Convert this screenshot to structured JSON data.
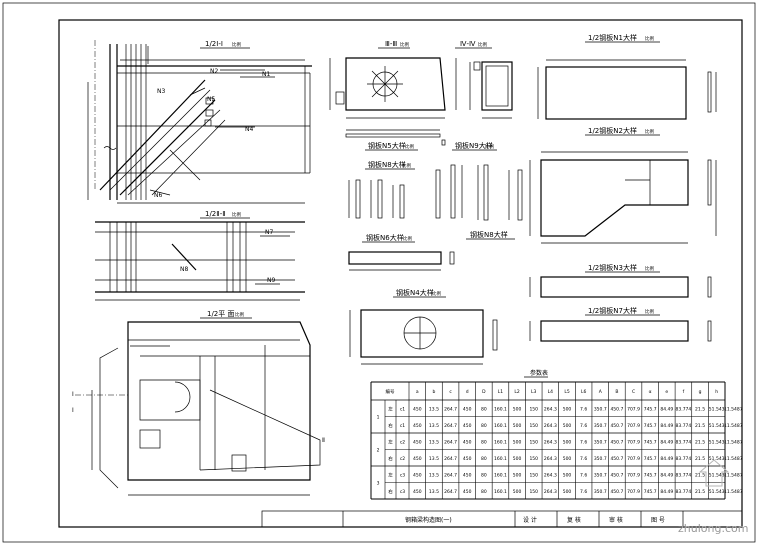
{
  "views": {
    "section_1_1": {
      "title": "1/2Ⅰ-Ⅰ",
      "scale": "比例"
    },
    "section_2_2": {
      "title": "1/2Ⅱ-Ⅱ",
      "scale": "比例"
    },
    "plan_half": {
      "title": "1/2平 面",
      "scale": "比例"
    },
    "section_3_3": {
      "title": "Ⅲ-Ⅲ",
      "scale": "比例"
    },
    "section_4_4": {
      "title": "Ⅳ-Ⅳ",
      "scale": "比例"
    },
    "plate_n1": {
      "title": "1/2钢板N1大样",
      "scale": "比例"
    },
    "plate_n2": {
      "title": "1/2钢板N2大样",
      "scale": "比例"
    },
    "plate_n3": {
      "title": "1/2钢板N3大样",
      "scale": "比例"
    },
    "plate_n7": {
      "title": "1/2钢板N7大样",
      "scale": "比例"
    },
    "plate_n5": {
      "title": "钢板N5大样",
      "scale": "比例"
    },
    "plate_n9": {
      "title": "钢板N9大样",
      "scale": "比例"
    },
    "plate_n8": {
      "title": "钢板N8大样",
      "scale": "比例"
    },
    "plate_n6": {
      "title": "钢板N6大样",
      "scale": "比例"
    },
    "plate_n4": {
      "title": "钢板N4大样",
      "scale": "比例"
    }
  },
  "markers": [
    "N1",
    "N2",
    "N3",
    "N4",
    "N5",
    "N6",
    "N7",
    "N8",
    "N9",
    "L1",
    "L2",
    "L3",
    "L4",
    "L5",
    "L6",
    "b",
    "c",
    "d",
    "1",
    "2",
    "3"
  ],
  "table": {
    "title": "参数表",
    "columns": [
      "编号",
      "a",
      "b",
      "c",
      "d",
      "D",
      "L1",
      "L2",
      "L3",
      "L4",
      "L5",
      "L6",
      "A",
      "B",
      "C",
      "α",
      "e",
      "f",
      "g",
      "h"
    ],
    "groups": [
      {
        "id": "1",
        "rows": [
          {
            "side": "左",
            "code": "c1",
            "cells": [
              "450",
              "13.5",
              "264.7",
              "450",
              "80",
              "160.1",
              "500",
              "150",
              "264.3",
              "500",
              "7.6",
              "350.7",
              "450.7",
              "707.9",
              "745.7",
              "84.49",
              "83.774",
              "21.5",
              "51.543",
              "11.5487"
            ]
          },
          {
            "side": "右",
            "code": "c1",
            "cells": [
              "450",
              "13.5",
              "264.7",
              "450",
              "80",
              "160.1",
              "500",
              "150",
              "264.3",
              "500",
              "7.6",
              "350.7",
              "450.7",
              "707.9",
              "745.7",
              "84.49",
              "83.774",
              "21.5",
              "51.543",
              "11.5487"
            ]
          }
        ]
      },
      {
        "id": "2",
        "rows": [
          {
            "side": "左",
            "code": "c2",
            "cells": [
              "450",
              "13.5",
              "264.7",
              "450",
              "80",
              "160.1",
              "500",
              "150",
              "264.3",
              "500",
              "7.6",
              "350.7",
              "450.7",
              "707.9",
              "745.7",
              "84.49",
              "83.774",
              "21.5",
              "51.543",
              "11.5487"
            ]
          },
          {
            "side": "右",
            "code": "c2",
            "cells": [
              "450",
              "13.5",
              "264.7",
              "450",
              "80",
              "160.1",
              "500",
              "150",
              "264.3",
              "500",
              "7.6",
              "350.7",
              "450.7",
              "707.9",
              "745.7",
              "84.49",
              "83.774",
              "21.5",
              "51.543",
              "11.5487"
            ]
          }
        ]
      },
      {
        "id": "3",
        "rows": [
          {
            "side": "左",
            "code": "c3",
            "cells": [
              "450",
              "13.5",
              "264.7",
              "450",
              "80",
              "160.1",
              "500",
              "150",
              "264.3",
              "500",
              "7.6",
              "350.7",
              "450.7",
              "707.9",
              "745.7",
              "84.49",
              "83.774",
              "21.5",
              "51.543",
              "11.5487"
            ]
          },
          {
            "side": "右",
            "code": "c3",
            "cells": [
              "450",
              "13.5",
              "264.7",
              "450",
              "80",
              "160.1",
              "500",
              "150",
              "264.3",
              "500",
              "7.6",
              "350.7",
              "450.7",
              "707.9",
              "745.7",
              "84.49",
              "83.774",
              "21.5",
              "51.543",
              "11.5487"
            ]
          }
        ]
      }
    ]
  },
  "title_block": {
    "drawing_name": "钢箱梁构造图(一)",
    "design_label": "设 计",
    "review_label": "复 核",
    "approve_label": "审 核",
    "figure_label": "图 号"
  },
  "watermark": "zhulong.com"
}
